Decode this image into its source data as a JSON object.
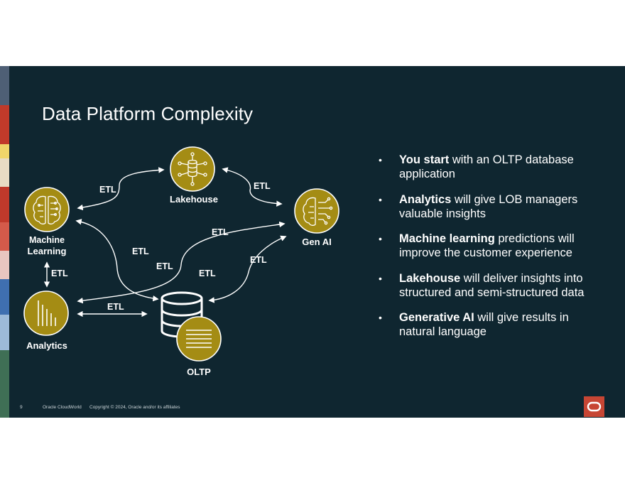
{
  "slide": {
    "title": "Data Platform Complexity",
    "page_number": "9",
    "event": "Oracle CloudWorld",
    "copyright": "Copyright © 2024, Oracle and/or its affiliates"
  },
  "diagram": {
    "nodes": {
      "lakehouse": "Lakehouse",
      "machine_learning_1": "Machine",
      "machine_learning_2": "Learning",
      "gen_ai": "Gen AI",
      "analytics": "Analytics",
      "oltp": "OLTP"
    },
    "etl_label": "ETL"
  },
  "bullets": [
    {
      "bold": "You start",
      "text": " with an OLTP database application"
    },
    {
      "bold": "Analytics",
      "text": " will give LOB managers valuable insights"
    },
    {
      "bold": "Machine learning",
      "text": " predictions will improve the customer experience"
    },
    {
      "bold": "Lakehouse",
      "text": " will deliver insights into structured and semi-structured data"
    },
    {
      "bold": "Generative AI",
      "text": " will give results in natural language"
    }
  ],
  "colors": {
    "background": "#0f2630",
    "node_fill": "#a48c14",
    "logo": "#c74634"
  },
  "icons": {
    "bullet": "•"
  }
}
